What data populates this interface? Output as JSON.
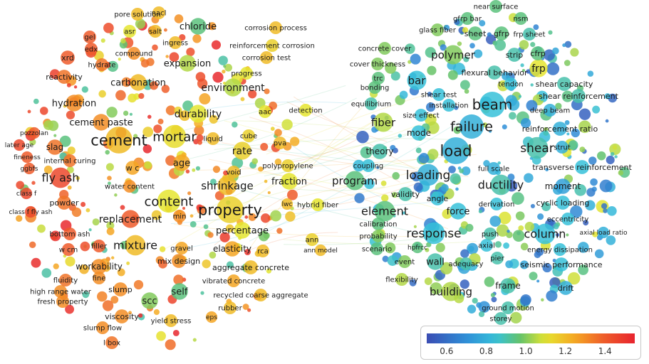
{
  "map": {
    "labels": [
      {
        "t": "property",
        "c": 1.15
      },
      {
        "t": "cement",
        "c": 1.2
      },
      {
        "t": "content",
        "c": 1.1
      },
      {
        "t": "mortar",
        "c": 1.12
      },
      {
        "t": "fly ash",
        "c": 1.45
      },
      {
        "t": "mixture",
        "c": 1.2
      },
      {
        "t": "shrinkage",
        "c": 1.2
      },
      {
        "t": "durability",
        "c": 1.1
      },
      {
        "t": "replacement",
        "c": 1.4
      },
      {
        "t": "expansion",
        "c": 1.05
      },
      {
        "t": "environment",
        "c": 1.05
      },
      {
        "t": "cement paste",
        "c": 1.3
      },
      {
        "t": "hydration",
        "c": 1.3
      },
      {
        "t": "carbonation",
        "c": 1.2
      },
      {
        "t": "chloride",
        "c": 0.95
      },
      {
        "t": "rate",
        "c": 1.15
      },
      {
        "t": "age",
        "c": 1.25
      },
      {
        "t": "slag",
        "c": 1.35
      },
      {
        "t": "workability",
        "c": 1.3
      },
      {
        "t": "scc",
        "c": 1.0
      },
      {
        "t": "self",
        "c": 0.95
      },
      {
        "t": "percentage",
        "c": 1.1
      },
      {
        "t": "elasticity",
        "c": 1.25
      },
      {
        "t": "fraction",
        "c": 1.1
      },
      {
        "t": "powder",
        "c": 1.35
      },
      {
        "t": "slump",
        "c": 1.3
      },
      {
        "t": "viscosity",
        "c": 1.3
      },
      {
        "t": "mix design",
        "c": 1.3
      },
      {
        "t": "reactivity",
        "c": 1.35
      },
      {
        "t": "xrd",
        "c": 1.4
      },
      {
        "t": "edx",
        "c": 1.4
      },
      {
        "t": "gel",
        "c": 1.4
      },
      {
        "t": "hydrate",
        "c": 1.35
      },
      {
        "t": "compound",
        "c": 1.3
      },
      {
        "t": "ingress",
        "c": 1.2
      },
      {
        "t": "asr",
        "c": 1.1
      },
      {
        "t": "salt",
        "c": 1.2
      },
      {
        "t": "nacl",
        "c": 1.2
      },
      {
        "t": "pore solution",
        "c": 1.2
      },
      {
        "t": "corrosion process",
        "c": 1.2
      },
      {
        "t": "reinforcement corrosion",
        "c": 1.15
      },
      {
        "t": "corrosion test",
        "c": 1.2
      },
      {
        "t": "progress",
        "c": 1.1
      },
      {
        "t": "aac",
        "c": 1.1
      },
      {
        "t": "detection",
        "c": 1.1
      },
      {
        "t": "liquid",
        "c": 1.2
      },
      {
        "t": "cube",
        "c": 1.15
      },
      {
        "t": "pva",
        "c": 1.2
      },
      {
        "t": "void",
        "c": 1.2
      },
      {
        "t": "polypropylene",
        "c": 1.15
      },
      {
        "t": "lwc",
        "c": 1.2
      },
      {
        "t": "hybrid fiber",
        "c": 1.1
      },
      {
        "t": "ann",
        "c": 1.15
      },
      {
        "t": "ann model",
        "c": 1.2
      },
      {
        "t": "rca",
        "c": 1.2
      },
      {
        "t": "aggregate concrete",
        "c": 1.2
      },
      {
        "t": "vibrated concrete",
        "c": 1.25
      },
      {
        "t": "recycled coarse aggregate",
        "c": 1.2
      },
      {
        "t": "rubber",
        "c": 1.2
      },
      {
        "t": "eps",
        "c": 1.25
      },
      {
        "t": "gravel",
        "c": 1.25
      },
      {
        "t": "min",
        "c": 1.3
      },
      {
        "t": "yield stress",
        "c": 1.2
      },
      {
        "t": "slump flow",
        "c": 1.3
      },
      {
        "t": "l box",
        "c": 1.35
      },
      {
        "t": "fresh property",
        "c": 1.3
      },
      {
        "t": "high range water",
        "c": 1.3
      },
      {
        "t": "fluidity",
        "c": 1.35
      },
      {
        "t": "fine",
        "c": 1.3
      },
      {
        "t": "filler",
        "c": 1.4
      },
      {
        "t": "w cm",
        "c": 1.4
      },
      {
        "t": "bottom ash",
        "c": 1.4
      },
      {
        "t": "class f fly ash",
        "c": 1.45
      },
      {
        "t": "class f",
        "c": 1.45
      },
      {
        "t": "water content",
        "c": 1.3
      },
      {
        "t": "w c",
        "c": 1.25
      },
      {
        "t": "internal curing",
        "c": 1.35
      },
      {
        "t": "ggbfs",
        "c": 1.4
      },
      {
        "t": "fineness",
        "c": 1.4
      },
      {
        "t": "later age",
        "c": 1.45
      },
      {
        "t": "pozzolan",
        "c": 1.4
      },
      {
        "t": "beam",
        "c": 0.85
      },
      {
        "t": "failure",
        "c": 0.8
      },
      {
        "t": "load",
        "c": 0.8
      },
      {
        "t": "shear",
        "c": 0.9
      },
      {
        "t": "loading",
        "c": 0.8
      },
      {
        "t": "ductility",
        "c": 0.9
      },
      {
        "t": "column",
        "c": 0.85
      },
      {
        "t": "response",
        "c": 0.85
      },
      {
        "t": "element",
        "c": 0.95
      },
      {
        "t": "program",
        "c": 0.95
      },
      {
        "t": "polymer",
        "c": 1.0
      },
      {
        "t": "bar",
        "c": 0.85
      },
      {
        "t": "fiber",
        "c": 1.05
      },
      {
        "t": "building",
        "c": 1.05
      },
      {
        "t": "force",
        "c": 0.85
      },
      {
        "t": "moment",
        "c": 0.75
      },
      {
        "t": "frp",
        "c": 1.1
      },
      {
        "t": "cfrp",
        "c": 0.95
      },
      {
        "t": "strip",
        "c": 0.9
      },
      {
        "t": "tendon",
        "c": 0.85
      },
      {
        "t": "shear capacity",
        "c": 0.9
      },
      {
        "t": "shear reinforcement",
        "c": 0.9
      },
      {
        "t": "deep beam",
        "c": 0.8
      },
      {
        "t": "reinforcement ratio",
        "c": 0.8
      },
      {
        "t": "strut",
        "c": 0.8
      },
      {
        "t": "transverse reinforcement",
        "c": 0.85
      },
      {
        "t": "full scale",
        "c": 0.8
      },
      {
        "t": "cyclic loading",
        "c": 0.85
      },
      {
        "t": "eccentricity",
        "c": 0.85
      },
      {
        "t": "axial load ratio",
        "c": 0.8
      },
      {
        "t": "energy dissipation",
        "c": 0.85
      },
      {
        "t": "seismic performance",
        "c": 0.85
      },
      {
        "t": "drift",
        "c": 0.8
      },
      {
        "t": "frame",
        "c": 0.9
      },
      {
        "t": "ground motion",
        "c": 0.9
      },
      {
        "t": "storey",
        "c": 0.9
      },
      {
        "t": "wall",
        "c": 0.9
      },
      {
        "t": "adequacy",
        "c": 0.9
      },
      {
        "t": "pier",
        "c": 0.9
      },
      {
        "t": "axial",
        "c": 0.85
      },
      {
        "t": "push",
        "c": 0.9
      },
      {
        "t": "derivation",
        "c": 0.85
      },
      {
        "t": "angle",
        "c": 0.85
      },
      {
        "t": "validity",
        "c": 0.9
      },
      {
        "t": "mode",
        "c": 0.85
      },
      {
        "t": "theory",
        "c": 0.9
      },
      {
        "t": "coupling",
        "c": 0.85
      },
      {
        "t": "equilibrium",
        "c": 0.9
      },
      {
        "t": "installation",
        "c": 0.85
      },
      {
        "t": "size effect",
        "c": 0.85
      },
      {
        "t": "shear test",
        "c": 0.85
      },
      {
        "t": "flexural behavior",
        "c": 0.9
      },
      {
        "t": "trc",
        "c": 0.95
      },
      {
        "t": "bonding",
        "c": 0.95
      },
      {
        "t": "cover thickness",
        "c": 1.0
      },
      {
        "t": "concrete cover",
        "c": 1.0
      },
      {
        "t": "glass fiber",
        "c": 1.0
      },
      {
        "t": "gfrp bar",
        "c": 0.95
      },
      {
        "t": "near surface",
        "c": 0.95
      },
      {
        "t": "nsm",
        "c": 0.95
      },
      {
        "t": "sheet",
        "c": 0.95
      },
      {
        "t": "gfrp",
        "c": 0.95
      },
      {
        "t": "frp sheet",
        "c": 0.9
      },
      {
        "t": "calibration",
        "c": 0.95
      },
      {
        "t": "probability",
        "c": 1.0
      },
      {
        "t": "scenario",
        "c": 0.95
      },
      {
        "t": "hpfrcc",
        "c": 0.95
      },
      {
        "t": "event",
        "c": 1.0
      },
      {
        "t": "flexibility",
        "c": 1.05
      }
    ]
  },
  "legend": {
    "ticks": [
      "0.6",
      "0.8",
      "1.0",
      "1.2",
      "1.4"
    ],
    "min": 0.5,
    "max": 1.55
  }
}
